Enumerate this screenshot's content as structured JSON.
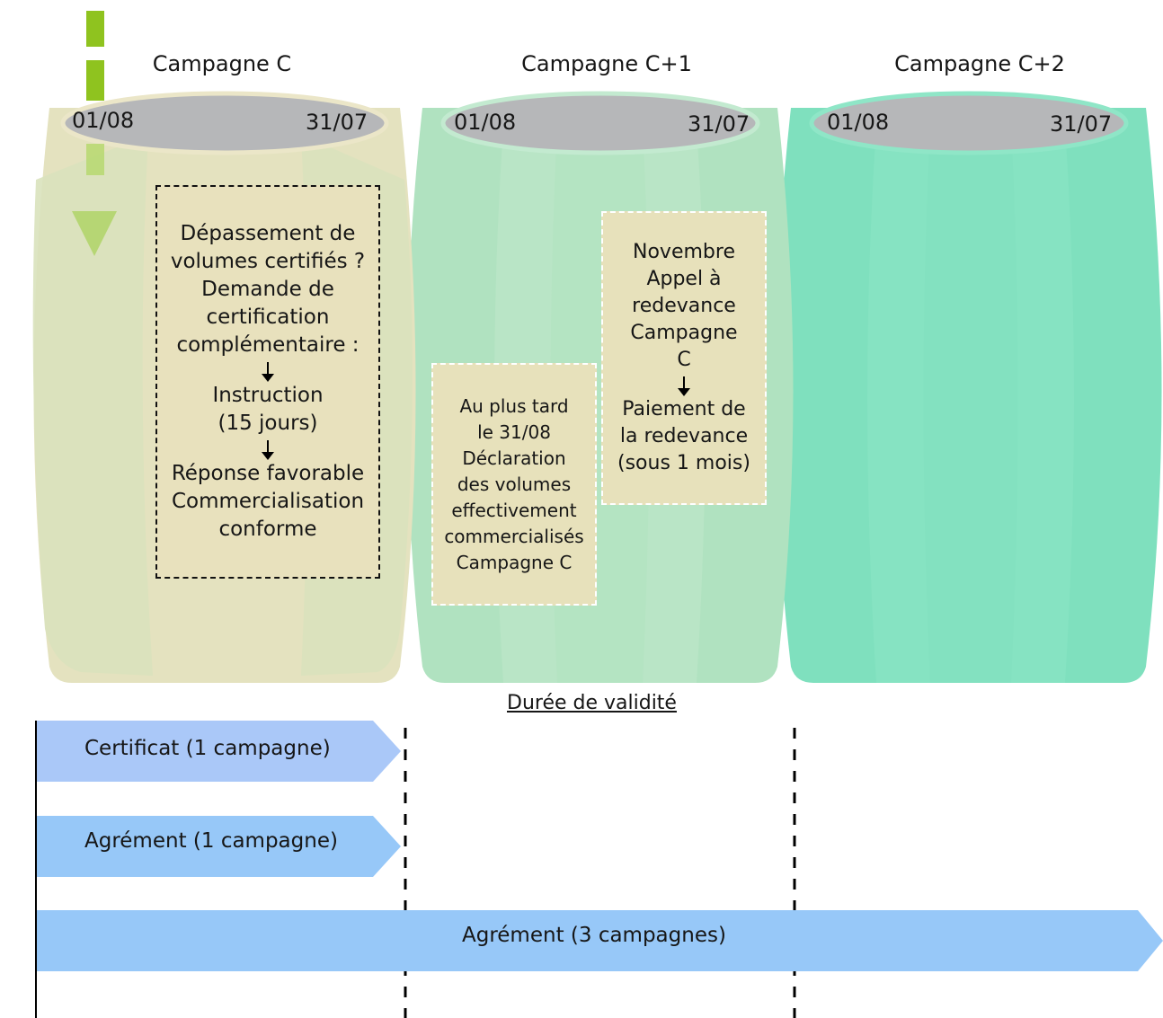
{
  "campaigns": [
    {
      "title": "Campagne C",
      "start": "01/08",
      "end": "31/07"
    },
    {
      "title": "Campagne C+1",
      "start": "01/08",
      "end": "31/07"
    },
    {
      "title": "Campagne C+2",
      "start": "01/08",
      "end": "31/07"
    }
  ],
  "box_c": {
    "lines1": [
      "Dépassement de",
      "volumes certifiés ?",
      "Demande de",
      "certification",
      "complémentaire :"
    ],
    "lines2": [
      "Instruction",
      "(15 jours)"
    ],
    "lines3": [
      "Réponse favorable",
      "Commercialisation",
      "conforme"
    ]
  },
  "box_declaration": {
    "lines": [
      "Au plus tard",
      "le 31/08",
      "Déclaration",
      "des volumes",
      "effectivement",
      "commercialisés",
      "Campagne C"
    ]
  },
  "box_redevance": {
    "lines1": [
      "Novembre",
      "Appel à",
      "redevance",
      "Campagne",
      "C"
    ],
    "lines2": [
      "Paiement de",
      "la redevance",
      "(sous 1 mois)"
    ]
  },
  "validity": {
    "title": "Durée de validité",
    "bars": [
      {
        "label": "Certificat (1 campagne)",
        "color": "#aac8f8"
      },
      {
        "label": "Agrément (1 campagne)",
        "color": "#97c8f8"
      },
      {
        "label": "Agrément (3 campagnes)",
        "color": "#97c8f8"
      }
    ]
  },
  "colors": {
    "barrel1": "#e7e1bb",
    "barrel2": "#b0e2c0",
    "barrel3": "#7fe0be",
    "barrel_top": "#b6b7b9",
    "timeline_arrow": "#8fc31f"
  }
}
